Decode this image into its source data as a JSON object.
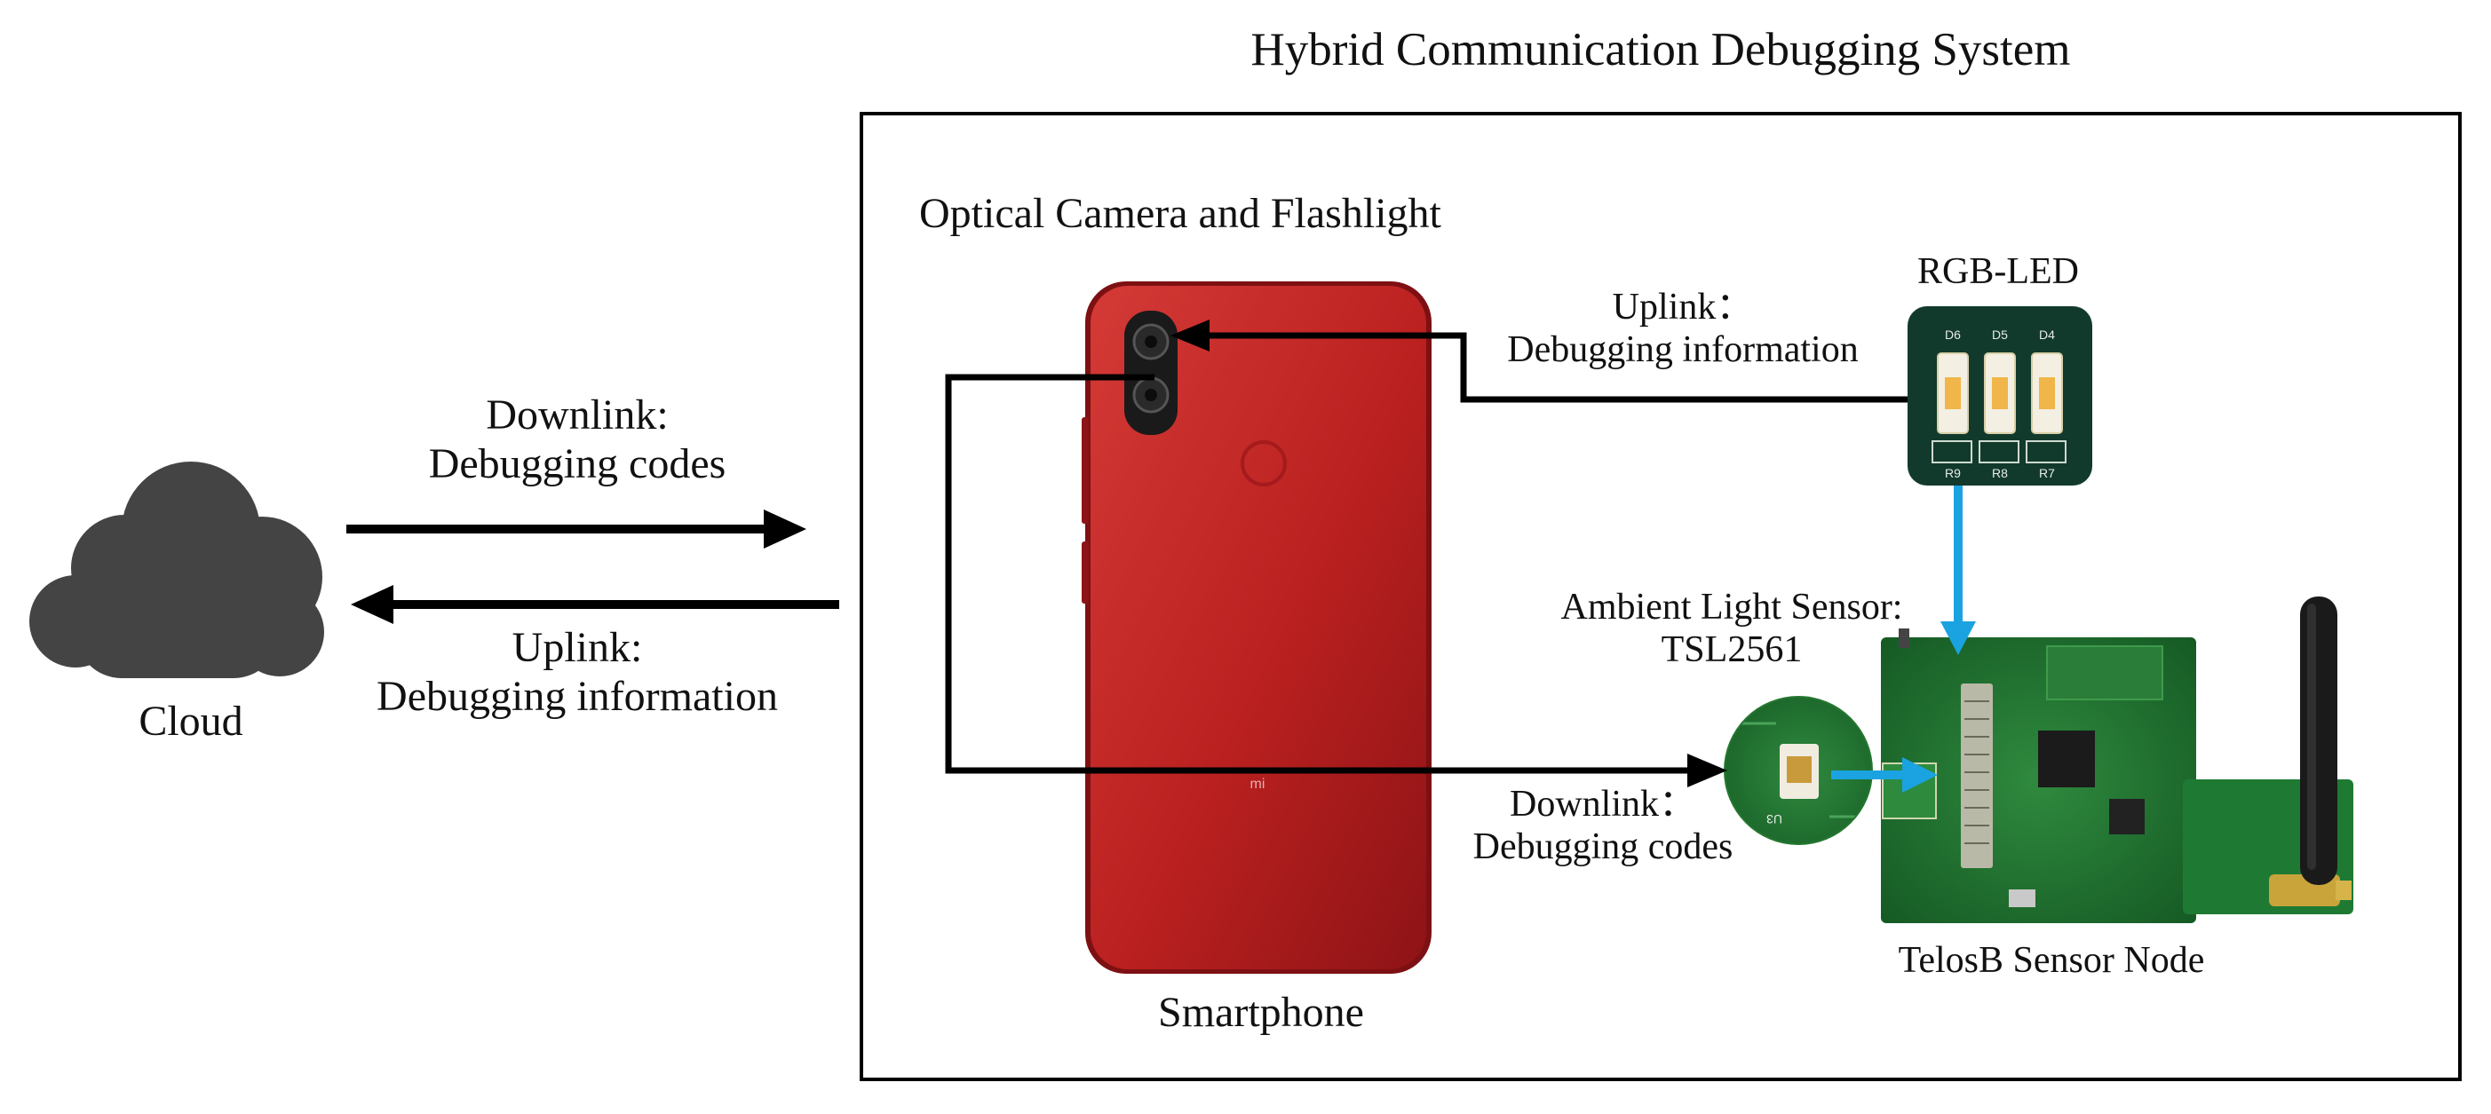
{
  "title": "Hybrid Communication Debugging System",
  "cloud": {
    "label": "Cloud",
    "icon": "cloud-icon",
    "color": "#444444"
  },
  "left_links": {
    "downlink_line1": "Downlink:",
    "downlink_line2": "Debugging codes",
    "uplink_line1": "Uplink:",
    "uplink_line2": "Debugging information"
  },
  "system_box": {
    "section_label": "Optical Camera and Flashlight",
    "smartphone_label": "Smartphone",
    "phone_brand": "mi",
    "rgb_led_label": "RGB-LED",
    "led_marks": [
      "D6",
      "D5",
      "D4",
      "R9",
      "R8",
      "R7"
    ],
    "sensor_chip_mark": "U3",
    "uplink_line1": "Uplink：",
    "uplink_line2": "Debugging information",
    "ambient_line1": "Ambient Light Sensor:",
    "ambient_line2": "TSL2561",
    "downlink_line1": "Downlink：",
    "downlink_line2": "Debugging codes",
    "telosb_label": "TelosB Sensor Node"
  },
  "colors": {
    "arrow_black": "#000000",
    "arrow_blue": "#1aa3e0",
    "phone_red": "#c4252a",
    "pcb_green": "#1f6a2e"
  }
}
